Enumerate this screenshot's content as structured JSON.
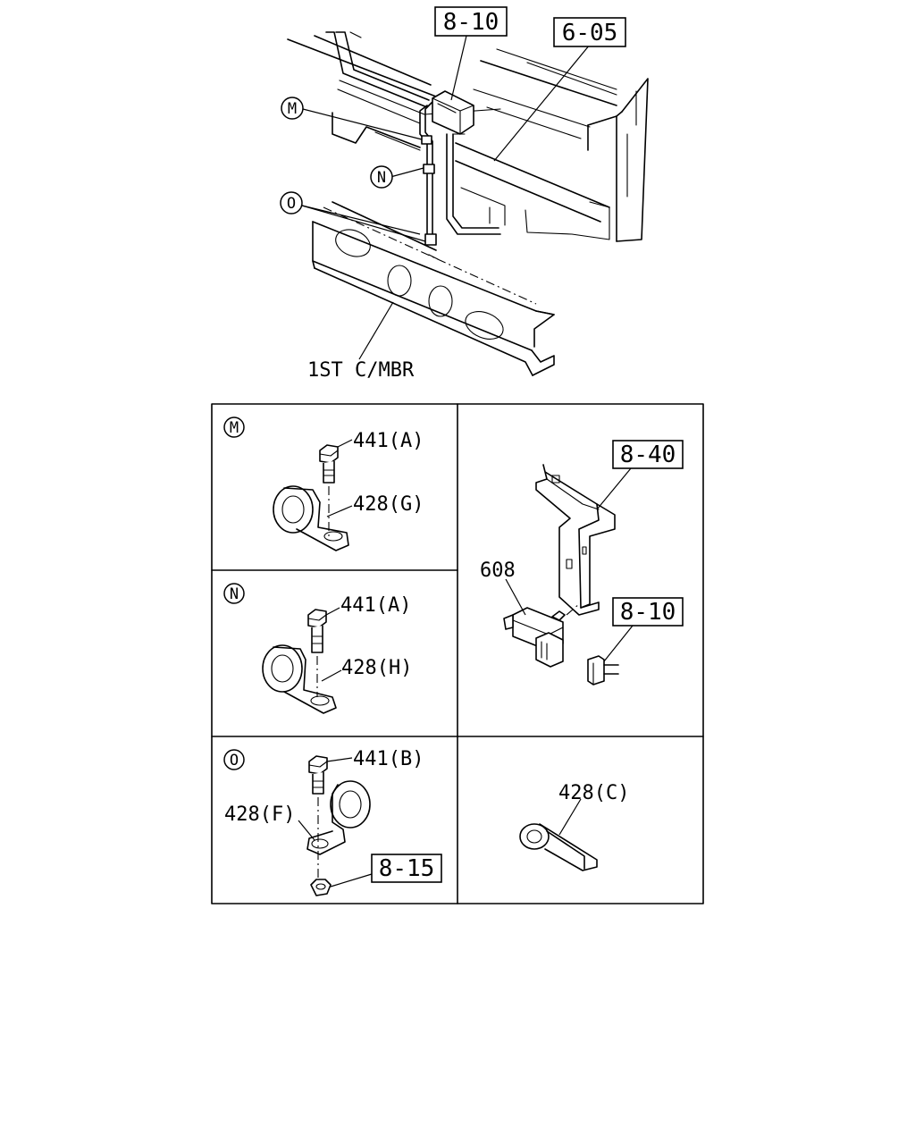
{
  "overview": {
    "refs": {
      "ref_810_top": "8-10",
      "ref_605": "6-05"
    },
    "callouts": {
      "m": "M",
      "n": "N",
      "o": "O"
    },
    "member_label": "1ST C/MBR"
  },
  "detail_m": {
    "letter": "M",
    "bolt_label": "441(A)",
    "clip_label": "428(G)"
  },
  "detail_n": {
    "letter": "N",
    "bolt_label": "441(A)",
    "clip_label": "428(H)"
  },
  "detail_o": {
    "letter": "O",
    "bolt_label": "441(B)",
    "clip_label": "428(F)",
    "nut_ref": "8-15"
  },
  "detail_bracket": {
    "ref_840": "8-40",
    "ref_810": "8-10",
    "switch_label": "608"
  },
  "detail_clip_c": {
    "clip_label": "428(C)"
  }
}
